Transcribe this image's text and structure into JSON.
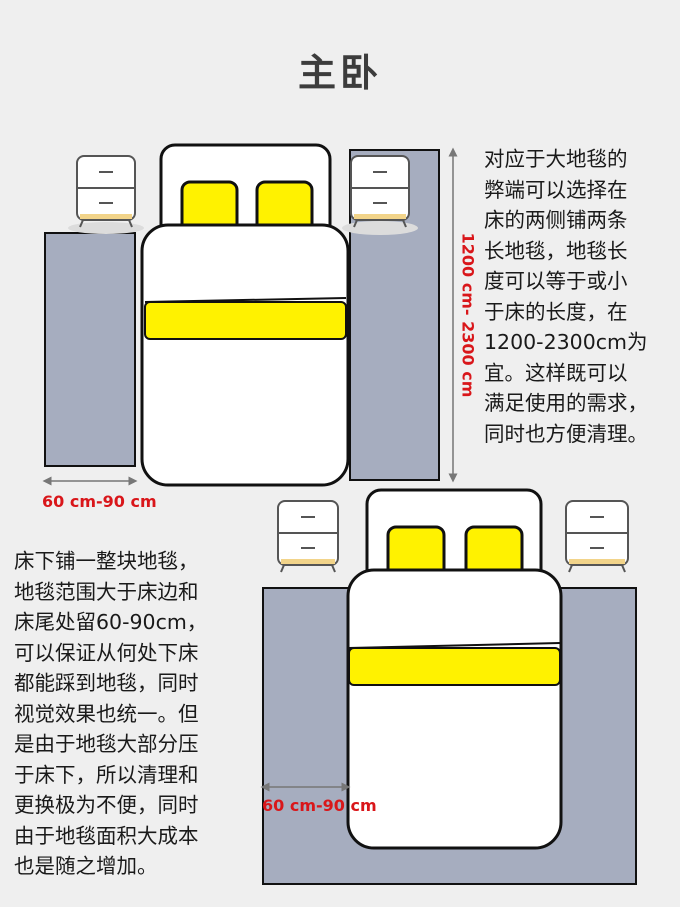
{
  "title": "主卧",
  "top_section": {
    "description_lines": [
      "对应于大地毯的",
      "弊端可以选择在",
      "床的两侧铺两条",
      "长地毯，地毯长",
      "度可以等于或小",
      "于床的长度，在",
      "1200-2300cm为",
      "宜。这样既可以",
      "满足使用的需求，",
      "同时也方便清理。"
    ],
    "width_label": "60 cm-90 cm",
    "length_label": "1200 cm- 2300 cm"
  },
  "bottom_section": {
    "description_lines": [
      "床下铺一整块地毯，",
      "地毯范围大于床边和",
      "床尾处留60-90cm，",
      "可以保证从何处下床",
      "都能踩到地毯，同时",
      "视觉效果也统一。但",
      "是由于地毯大部分压",
      "于床下，所以清理和",
      "更换极为不便，同时",
      "由于地毯面积大成本",
      "也是随之增加。"
    ],
    "width_label": "60 cm-90 cm"
  },
  "colors": {
    "rug": "#a6adbf",
    "pillow": "#fff200",
    "outline": "#111111",
    "dimension_text": "#d9161a",
    "background": "#efefef"
  }
}
